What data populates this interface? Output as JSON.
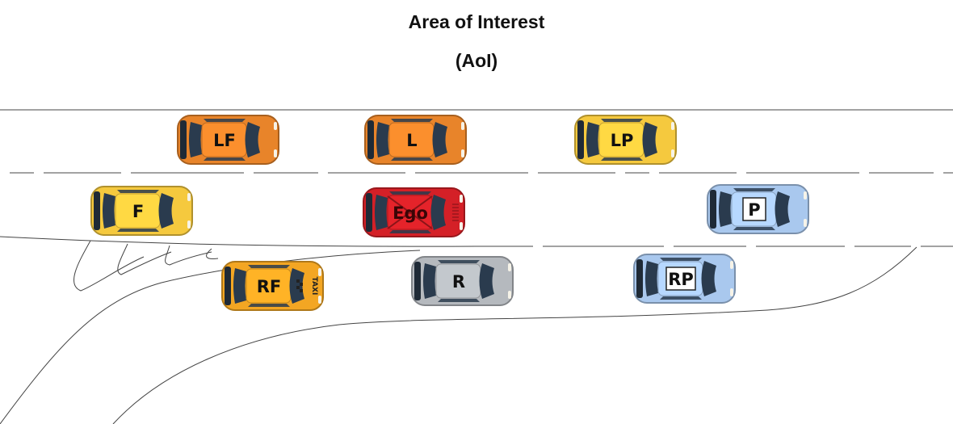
{
  "title": {
    "line1": "Area of Interest",
    "line2": "(AoI)"
  },
  "vehicles": [
    {
      "id": "LF",
      "label": "LF",
      "color": "#e8842a",
      "label_style": "plain"
    },
    {
      "id": "L",
      "label": "L",
      "color": "#e8842a",
      "label_style": "plain"
    },
    {
      "id": "LP",
      "label": "LP",
      "color": "#f5c93e",
      "label_style": "plain"
    },
    {
      "id": "F",
      "label": "F",
      "color": "#f5c93e",
      "label_style": "plain"
    },
    {
      "id": "Ego",
      "label": "Ego",
      "color": "#d42027",
      "label_style": "plain",
      "marked": true
    },
    {
      "id": "P",
      "label": "P",
      "color": "#a9c8ee",
      "label_style": "boxed"
    },
    {
      "id": "RF",
      "label": "RF",
      "color": "#f3a623",
      "label_style": "plain",
      "taxi": true
    },
    {
      "id": "R",
      "label": "R",
      "color": "#b5b9be",
      "label_style": "plain"
    },
    {
      "id": "RP",
      "label": "RP",
      "color": "#a9c8ee",
      "label_style": "boxed"
    }
  ],
  "taxi_sign": "TAXI"
}
